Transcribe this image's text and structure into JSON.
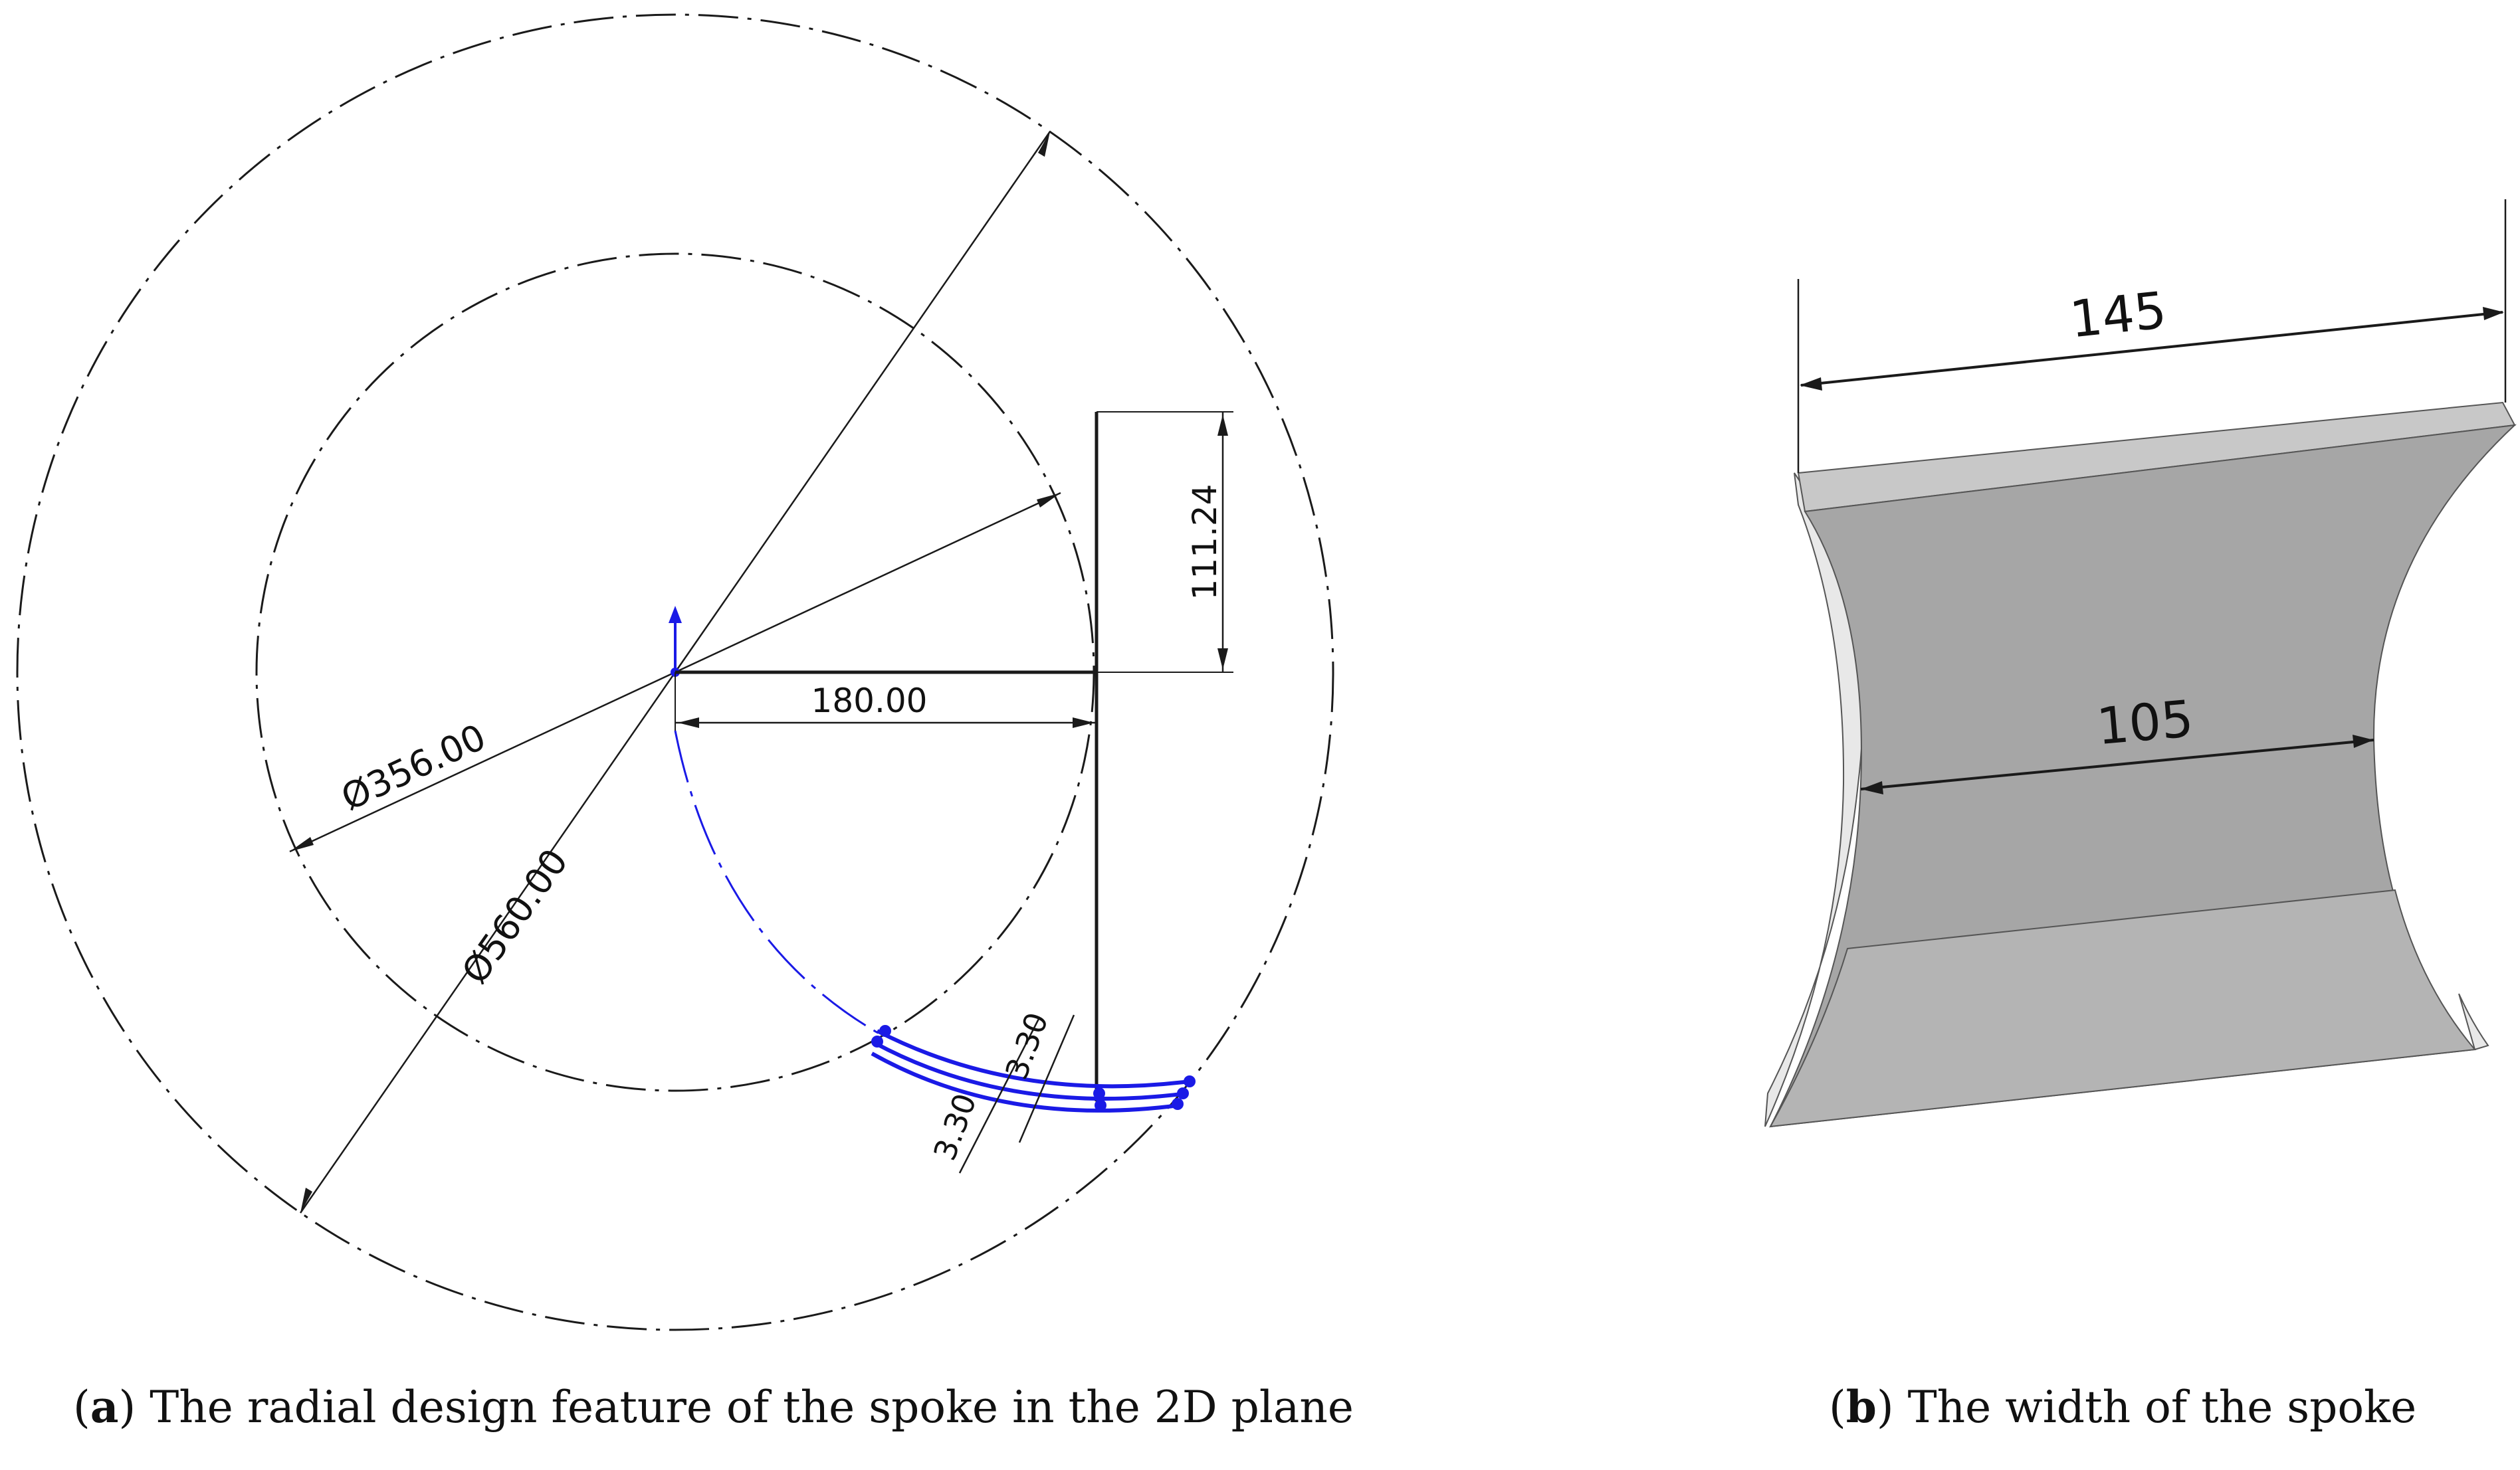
{
  "panel_a": {
    "dim_outer_diameter": "Ø560.00",
    "dim_inner_diameter": "Ø356.00",
    "dim_horizontal": "180.00",
    "dim_vertical": "111.24",
    "dim_thickness_1": "3.30",
    "dim_thickness_2": "3.30",
    "caption_label": "a",
    "caption_text": "The radial design feature of the spoke in the 2D plane"
  },
  "panel_b": {
    "dim_top_width": "145",
    "dim_waist_width": "105",
    "caption_label": "b",
    "caption_text": "The width of the spoke"
  },
  "colors": {
    "sketch_line": "#1a1a1a",
    "spoke_sketch": "#1a1ae6",
    "spoke_face": "#a6a6a6",
    "spoke_top": "#c8c8c8",
    "spoke_edge": "#e6e6e6"
  }
}
